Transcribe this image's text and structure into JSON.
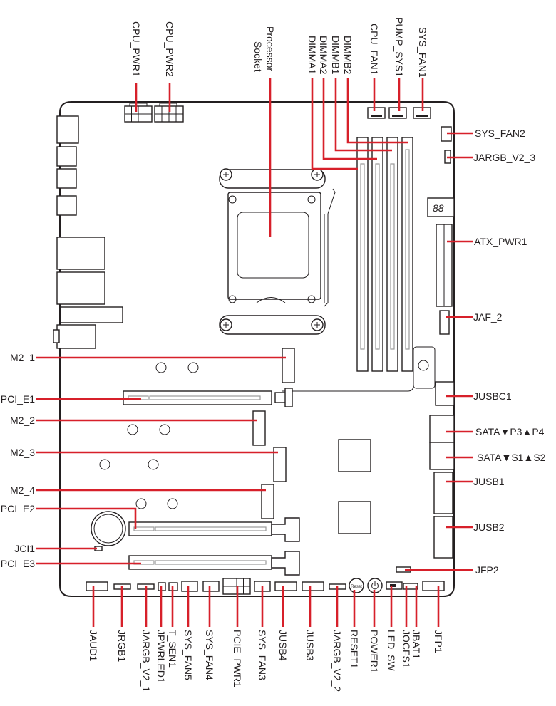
{
  "title": "Motherboard layout",
  "colors": {
    "leader": "#d7202a",
    "outline": "#231f20",
    "background": "#ffffff"
  },
  "debug_display": "88",
  "button_labels": {
    "reset": "Reset",
    "power_icon": "power-icon"
  },
  "top_labels": [
    {
      "id": "cpu-pwr1",
      "text": "CPU_PWR1"
    },
    {
      "id": "cpu-pwr2",
      "text": "CPU_PWR2"
    },
    {
      "id": "processor-socket",
      "text": "Processor Socket",
      "lines": [
        "Processor",
        "Socket"
      ]
    },
    {
      "id": "dimma1",
      "text": "DIMMA1"
    },
    {
      "id": "dimma2",
      "text": "DIMMA2"
    },
    {
      "id": "dimmb1",
      "text": "DIMMB1"
    },
    {
      "id": "dimmb2",
      "text": "DIMMB2"
    },
    {
      "id": "cpu-fan1",
      "text": "CPU_FAN1"
    },
    {
      "id": "pump-sys1",
      "text": "PUMP_SYS1"
    },
    {
      "id": "sys-fan1",
      "text": "SYS_FAN1"
    }
  ],
  "right_labels": [
    {
      "id": "sys-fan2",
      "text": "SYS_FAN2"
    },
    {
      "id": "jargb-v2-3",
      "text": "JARGB_V2_3"
    },
    {
      "id": "atx-pwr1",
      "text": "ATX_PWR1"
    },
    {
      "id": "jaf-2",
      "text": "JAF_2"
    },
    {
      "id": "jusbc1",
      "text": "JUSBC1"
    },
    {
      "id": "sata-p3-p4",
      "text": "SATA▼P3▲P4"
    },
    {
      "id": "sata-s1-s2",
      "text": "SATA▼S1▲S2"
    },
    {
      "id": "jusb1",
      "text": "JUSB1"
    },
    {
      "id": "jusb2",
      "text": "JUSB2"
    },
    {
      "id": "jfp2",
      "text": "JFP2"
    }
  ],
  "left_labels": [
    {
      "id": "m2-1",
      "text": "M2_1"
    },
    {
      "id": "pci-e1",
      "text": "PCI_E1"
    },
    {
      "id": "m2-2",
      "text": "M2_2"
    },
    {
      "id": "m2-3",
      "text": "M2_3"
    },
    {
      "id": "m2-4",
      "text": "M2_4"
    },
    {
      "id": "pci-e2",
      "text": "PCI_E2"
    },
    {
      "id": "jci1",
      "text": "JCI1"
    },
    {
      "id": "pci-e3",
      "text": "PCI_E3"
    }
  ],
  "bottom_labels": [
    {
      "id": "jaud1",
      "text": "JAUD1"
    },
    {
      "id": "jrgb1",
      "text": "JRGB1"
    },
    {
      "id": "jargb-v2-1",
      "text": "JARGB_V2_1"
    },
    {
      "id": "jpwrled1",
      "text": "JPWRLED1"
    },
    {
      "id": "t-sen1",
      "text": "T_SEN1"
    },
    {
      "id": "sys-fan5",
      "text": "SYS_FAN5"
    },
    {
      "id": "sys-fan4",
      "text": "SYS_FAN4"
    },
    {
      "id": "pcie-pwr1",
      "text": "PCIE_PWR1"
    },
    {
      "id": "sys-fan3",
      "text": "SYS_FAN3"
    },
    {
      "id": "jusb4",
      "text": "JUSB4"
    },
    {
      "id": "jusb3",
      "text": "JUSB3"
    },
    {
      "id": "jargb-v2-2",
      "text": "JARGB_V2_2"
    },
    {
      "id": "reset1",
      "text": "RESET1"
    },
    {
      "id": "power1",
      "text": "POWER1"
    },
    {
      "id": "led-sw",
      "text": "LED_SW"
    },
    {
      "id": "jocfs1",
      "text": "JOCFS1"
    },
    {
      "id": "jbat1",
      "text": "JBAT1"
    },
    {
      "id": "jfp1",
      "text": "JFP1"
    }
  ]
}
